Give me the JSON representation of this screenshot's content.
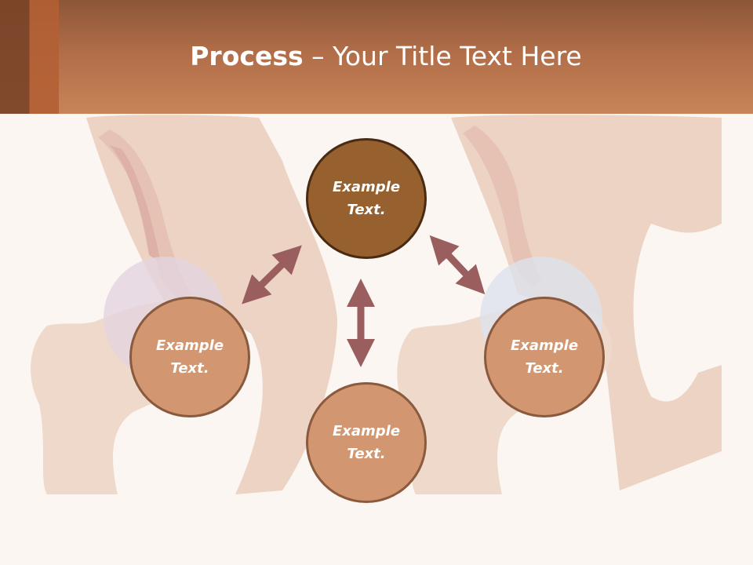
{
  "slide": {
    "title_bold": "Process",
    "title_rest": " – Your Title Text Here"
  },
  "nodes": {
    "top": [
      "Example",
      "Text."
    ],
    "left": [
      "Example",
      "Text."
    ],
    "right": [
      "Example",
      "Text."
    ],
    "bottom": [
      "Example",
      "Text."
    ]
  },
  "colors": {
    "header": "#b06d48",
    "node_dark": "#97602f",
    "node_light": "#d29670",
    "arrow": "#9a5e5e"
  },
  "background_image": "hip-joint-anatomy-illustration"
}
